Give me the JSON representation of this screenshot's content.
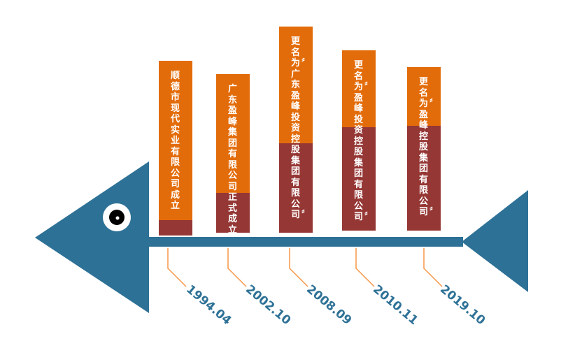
{
  "colors": {
    "fish": "#2e7196",
    "card_top": "#e36c0a",
    "card_bottom": "#953735",
    "connector": "#f79646",
    "date_text": "#2e7196"
  },
  "milestones": [
    {
      "date": "1994.04",
      "text": "顺德市现代实业有限公司成立"
    },
    {
      "date": "2002.10",
      "text": "广东盈峰集团有限公司正式成立"
    },
    {
      "date": "2008.09",
      "text": "更名为〞广东盈峰投资控股集团有限公司〞"
    },
    {
      "date": "2010.11",
      "text": "更名为〞盈峰投资控股集团有限公司〞"
    },
    {
      "date": "2019.10",
      "text": "更名为〞盈峰控股集团有限公司〞"
    }
  ]
}
